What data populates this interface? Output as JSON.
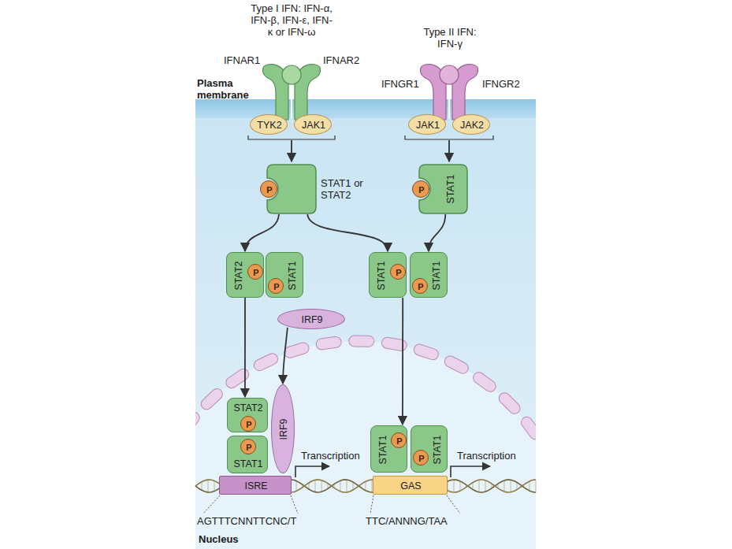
{
  "diagram": {
    "nodes": [
      {
        "text": [
          "TYK2"
        ]
      },
      {
        "text": [
          "JAK1"
        ]
      },
      {
        "text": [
          "JAK1"
        ]
      },
      {
        "text": [
          "JAK2"
        ]
      },
      {
        "text": [
          "STAT1 or STAT2"
        ]
      },
      {
        "text": [
          "P"
        ],
        "in": 4
      },
      {
        "text": [
          "STAT1"
        ]
      },
      {
        "text": [
          "P"
        ],
        "in": 6
      },
      {
        "text": [
          "STAT2"
        ]
      },
      {
        "text": [
          "STAT1"
        ]
      },
      {
        "text": [
          "P"
        ],
        "in": 8
      },
      {
        "text": [
          "P"
        ],
        "in": 9
      },
      {
        "text": [
          "STAT1"
        ]
      },
      {
        "text": [
          "STAT1"
        ]
      },
      {
        "text": [
          "P"
        ],
        "in": 12
      },
      {
        "text": [
          "P"
        ],
        "in": 13
      },
      {
        "text": [
          "IRF9"
        ]
      },
      {
        "text": [
          "STAT2"
        ]
      },
      {
        "text": [
          "STAT1"
        ]
      },
      {
        "text": [
          "P"
        ],
        "in": 17
      },
      {
        "text": [
          "P"
        ],
        "in": 18
      },
      {
        "text": [
          "IRF9"
        ]
      },
      {
        "text": [
          "ISRE"
        ]
      },
      {
        "text": [
          "STAT1"
        ]
      },
      {
        "text": [
          "STAT1"
        ]
      },
      {
        "text": [
          "P"
        ],
        "in": 23
      },
      {
        "text": [
          "P"
        ],
        "in": 24
      },
      {
        "text": [
          "GAS"
        ]
      }
    ],
    "edges": [
      {
        "from": 4,
        "to": 8,
        "arrow": "to"
      },
      {
        "from": 4,
        "to": 12,
        "arrow": "to"
      },
      {
        "from": 6,
        "to": 13,
        "arrow": "to"
      },
      {
        "from": 8,
        "to": 17,
        "arrow": "to"
      },
      {
        "from": 16,
        "to": 21,
        "arrow": "to"
      },
      {
        "from": 12,
        "to": 23,
        "arrow": "to"
      }
    ],
    "labels": [
      "Type I IFN: IFN-α, IFN-β, IFN-ε, IFN-κ or IFN-ω",
      "IFNAR1",
      "IFNAR2",
      "Type II IFN: IFN-γ",
      "IFNGR1",
      "IFNGR2",
      "Plasma membrane",
      "Transcription",
      "Transcription",
      "AGTTTCNNTTCNC/T",
      "TTC/ANNNG/TAA",
      "Nucleus"
    ]
  }
}
